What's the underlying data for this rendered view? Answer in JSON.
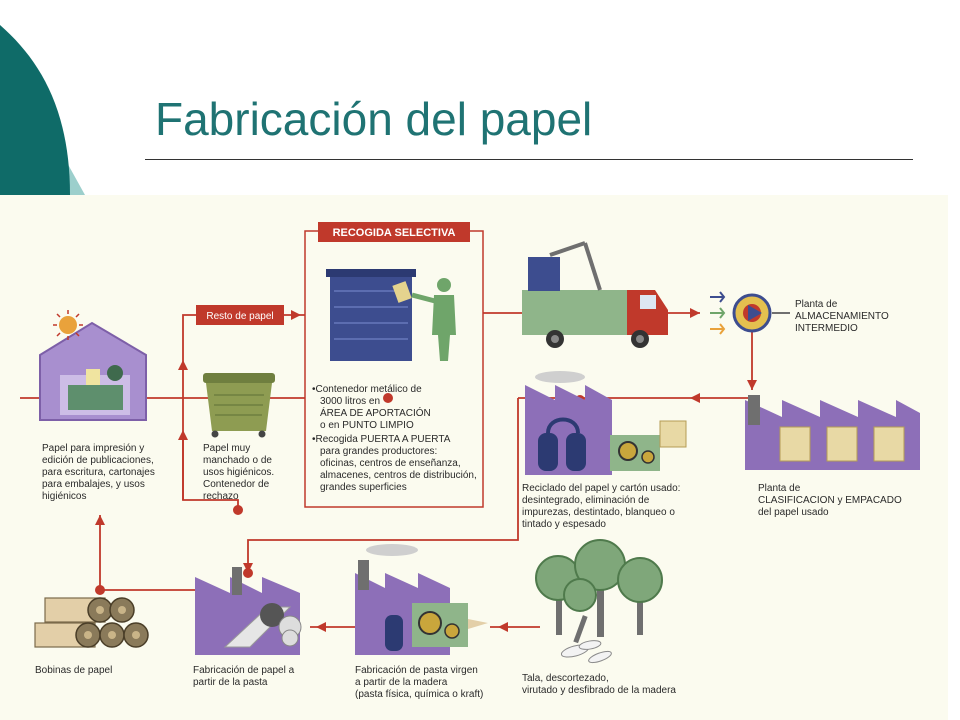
{
  "title": "Fabricación del papel",
  "badges": {
    "recogida_selectiva": "RECOGIDA SELECTIVA",
    "resto_de_papel": "Resto de papel"
  },
  "nodes": {
    "house": [
      "Papel para impresión y",
      "edición de publicaciones,",
      "para escritura, cartonajes",
      "para embalajes, y usos",
      "higiénicos"
    ],
    "bin": [
      "Papel muy",
      "manchado o de",
      "usos higiénicos.",
      "Contenedor de",
      "rechazo"
    ],
    "container": [
      "•Contenedor metálico de",
      "3000 litros en",
      "ÁREA DE APORTACIÓN",
      "o en PUNTO LIMPIO",
      "•Recogida PUERTA A PUERTA",
      "para grandes productores:",
      "oficinas, centros de enseñanza,",
      "almacenes, centros de distribución,",
      "grandes superficies"
    ],
    "storage": [
      "Planta de",
      "ALMACENAMIENTO",
      "INTERMEDIO"
    ],
    "recycling": [
      "Reciclado del papel y cartón usado:",
      "desintegrado, eliminación de",
      "impurezas, destintado, blanqueo o",
      "tintado y espesado"
    ],
    "sorting": [
      "Planta de",
      "CLASIFICACION y EMPACADO",
      "del papel usado"
    ],
    "reels": [
      "Bobinas de papel"
    ],
    "papermaking": [
      "Fabricación de papel a",
      "partir de la pasta"
    ],
    "virgin_pulp": [
      "Fabricación de pasta virgen",
      "a partir de la madera",
      "(pasta física, química o kraft)"
    ],
    "logging": [
      "Tala, descortezado,",
      "virutado y desfibrado de la madera"
    ]
  },
  "colors": {
    "title": "#1f7373",
    "corner": "#0f6b68",
    "corner_light": "#9ccfcc",
    "flow": "#c0392b",
    "purple": "#8a78c0",
    "factory": "#8d6fb8",
    "green": "#8fb58a",
    "panel": "#fbfbef"
  }
}
